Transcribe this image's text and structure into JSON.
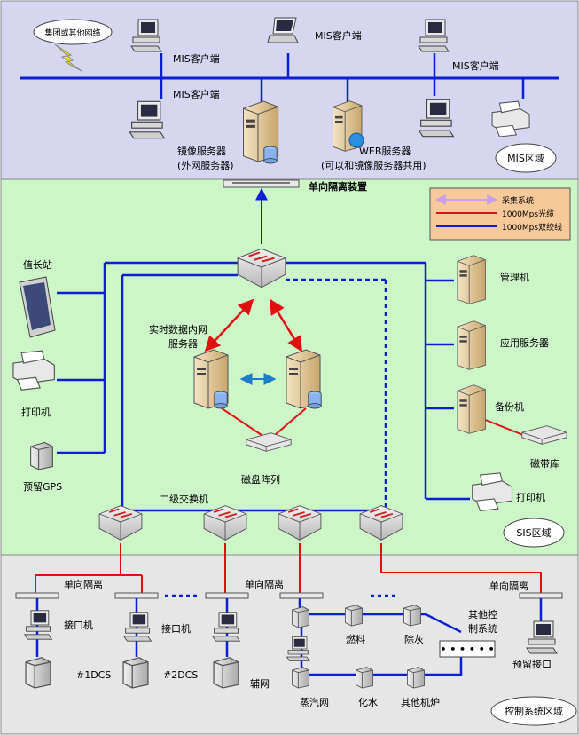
{
  "zones": {
    "mis": "MIS区域",
    "sis": "SIS区域",
    "control": "控制系统区域"
  },
  "mis": {
    "cloud": "集团或其他网络",
    "client_1": "MIS客户端",
    "client_2": "MIS客户端",
    "client_3": "MIS客户端",
    "client_4": "MIS客户端",
    "mirror_server": "镜像服务器",
    "mirror_server_sub": "(外网服务器)",
    "web_server": "WEB服务器",
    "web_server_sub": "(可以和镜像服务器共用)"
  },
  "isolation_device": "单向隔离装置",
  "legend": {
    "collect": "采集系统",
    "fiber": "1000Mps光缆",
    "twisted": "1000Mps双绞线"
  },
  "sis": {
    "duty_station": "值长站",
    "printer_left": "打印机",
    "gps": "预留GPS",
    "realtime_server": "实时数据内网",
    "realtime_server_2": "服务器",
    "disk_array": "磁盘阵列",
    "mgmt": "管理机",
    "app_server": "应用服务器",
    "backup": "备份机",
    "tape": "磁带库",
    "printer_right": "打印机",
    "l2_switch": "二级交换机"
  },
  "control": {
    "iso_1": "单向隔离",
    "iso_2": "单向隔离",
    "iso_3": "单向隔离",
    "iface_1": "接口机",
    "iface_2": "接口机",
    "dcs1": "#1DCS",
    "dcs2": "#2DCS",
    "aux": "辅网",
    "fuel": "燃料",
    "ash": "除灰",
    "other_ctrl_1": "其他控",
    "other_ctrl_2": "制系统",
    "steam": "蒸汽网",
    "chem": "化水",
    "other_boiler": "其他机炉",
    "reserve_iface": "预留接口"
  },
  "colors": {
    "mis_bg": "#d6d6f0",
    "sis_bg": "#ccf5c8",
    "control_bg": "#e6e6e6",
    "net_blue": "#0a1fd6",
    "red": "#e01010",
    "legend_bg": "#f7c99a"
  }
}
